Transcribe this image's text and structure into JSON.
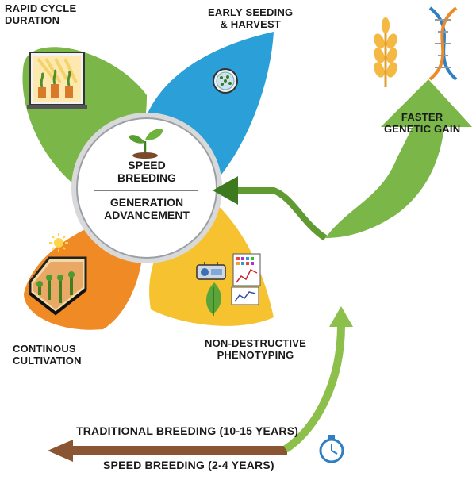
{
  "diagram": {
    "petals": {
      "top_left": {
        "line1": "RAPID CYCLE",
        "line2": "DURATION",
        "color": "#7ab648"
      },
      "top_right": {
        "line1": "EARLY SEEDING",
        "line2": "& HARVEST",
        "color": "#2b9fd8"
      },
      "bottom_left": {
        "line1": "CONTINOUS",
        "line2": "CULTIVATION",
        "color": "#f08a24"
      },
      "bottom_right": {
        "line1": "NON-DESTRUCTIVE",
        "line2": "PHENOTYPING",
        "color": "#f6c230"
      }
    },
    "center": {
      "upper_line1": "SPEED",
      "upper_line2": "BREEDING",
      "lower_line1": "GENERATION",
      "lower_line2": "ADVANCEMENT"
    },
    "gain_arrow": {
      "line1": "FASTER",
      "line2": "GENETIC GAIN",
      "color": "#7ab648"
    },
    "timeline": {
      "traditional": "TRADITIONAL BREEDING (10-15 YEARS)",
      "speed": "SPEED BREEDING (2-4 YEARS)",
      "traditional_color": "#8a5532",
      "speed_color": "#8cc04b"
    },
    "icons": [
      "wheat-icon",
      "dna-icon",
      "seedling-icon",
      "petri-dish-icon",
      "growth-chamber-icon",
      "greenhouse-icon",
      "sun-icon",
      "sensor-icon",
      "leaf-icon",
      "chart-icon",
      "stopwatch-icon"
    ]
  }
}
